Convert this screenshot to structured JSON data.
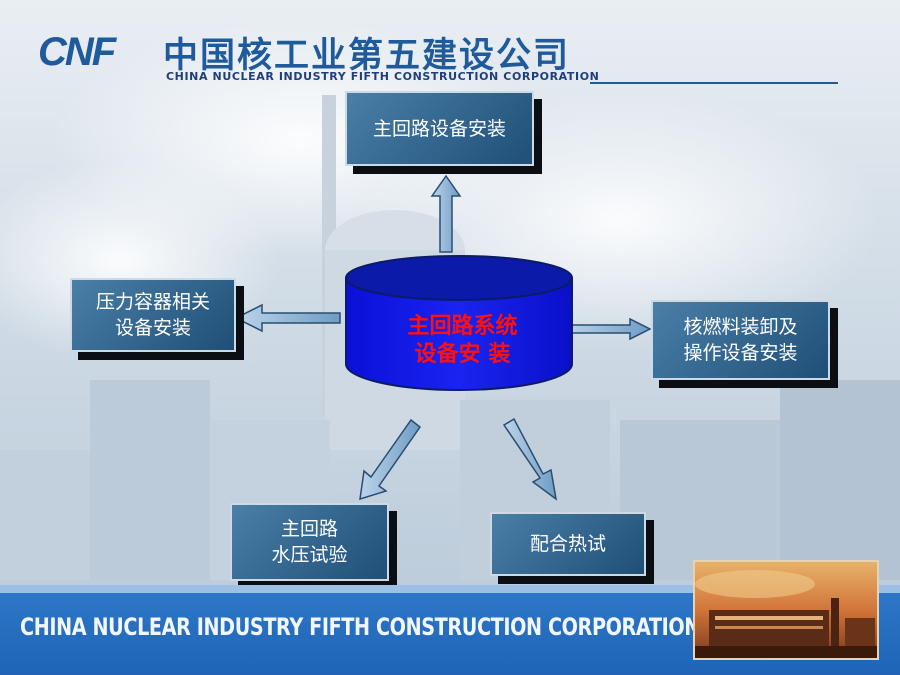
{
  "header": {
    "logo_mark": "CNF",
    "company_cn": "中国核工业第五建设公司",
    "company_en": "CHINA NUCLEAR INDUSTRY FIFTH CONSTRUCTION CORPORATION"
  },
  "diagram": {
    "center": {
      "line1": "主回路系统",
      "line2": "设备安 装"
    },
    "top": {
      "label": "主回路设备安装"
    },
    "left": {
      "line1": "压力容器相关",
      "line2": "设备安装"
    },
    "right": {
      "line1": "核燃料装卸及",
      "line2": "操作设备安装"
    },
    "bottom_left": {
      "line1": "主回路",
      "line2": "水压试验"
    },
    "bottom_right": {
      "label": "配合热试"
    }
  },
  "footer": {
    "company_en": "CHINA NUCLEAR INDUSTRY FIFTH CONSTRUCTION CORPORATION"
  },
  "colors": {
    "brand_blue": "#1f5a9a",
    "box_fill": "#2f638e",
    "cylinder_blue": "#0a14e0",
    "center_text": "#ff1010"
  }
}
